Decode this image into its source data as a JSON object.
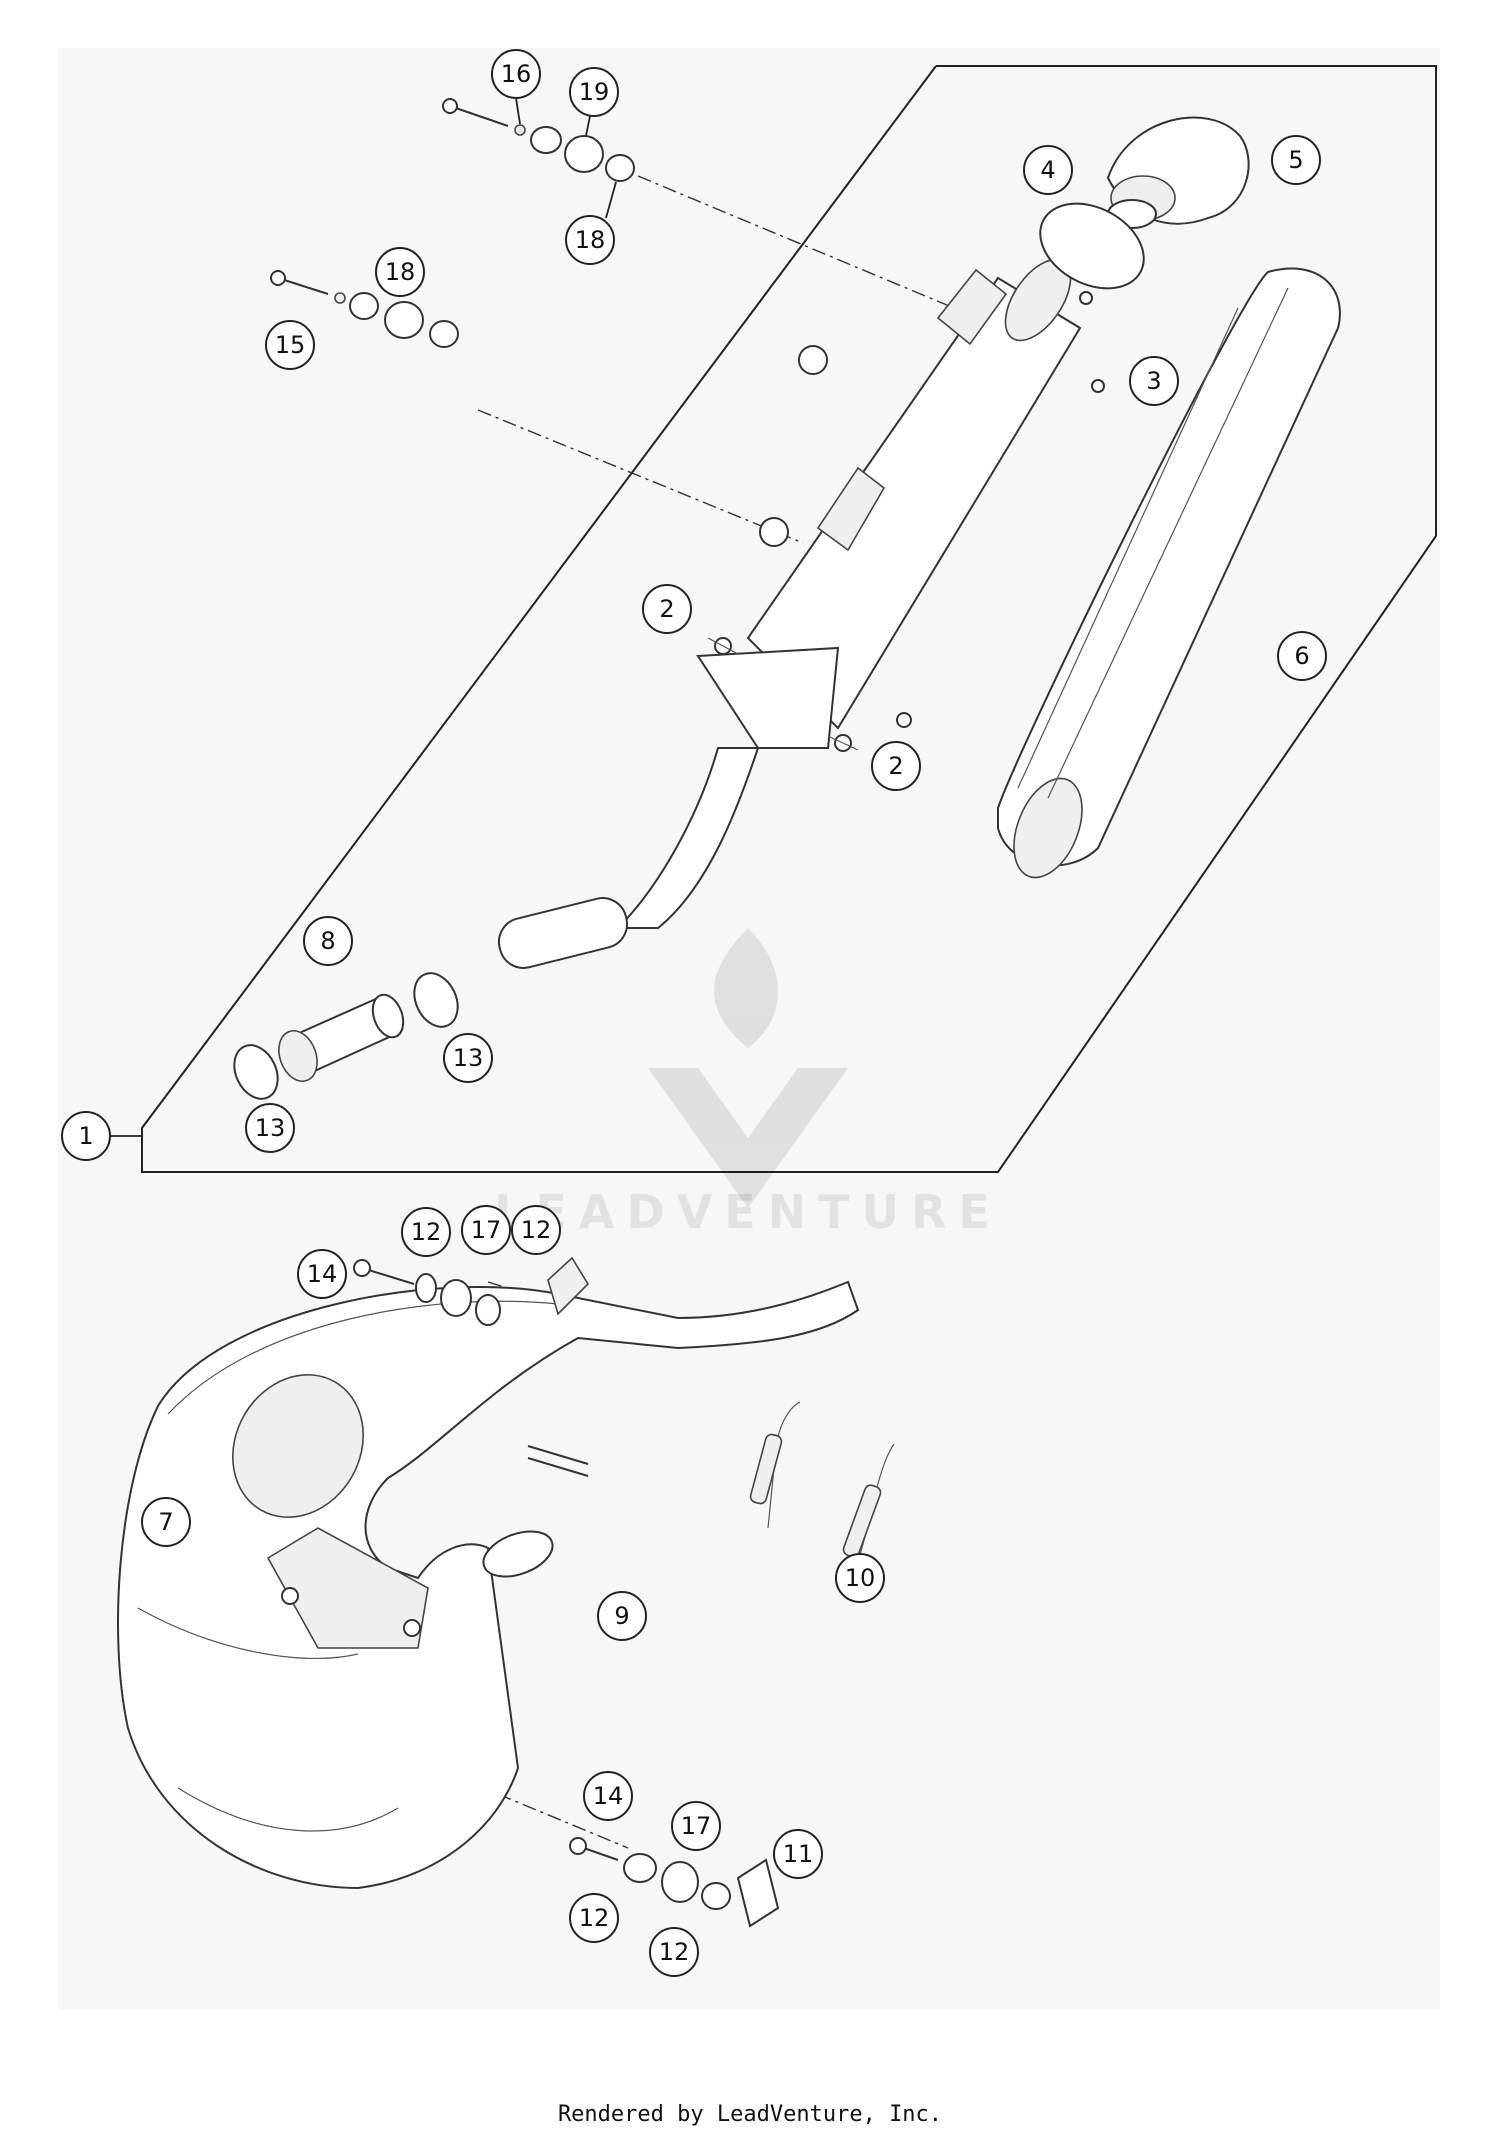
{
  "callouts": [
    {
      "id": "c1",
      "label": "1"
    },
    {
      "id": "c2a",
      "label": "2"
    },
    {
      "id": "c2b",
      "label": "2"
    },
    {
      "id": "c3",
      "label": "3"
    },
    {
      "id": "c4",
      "label": "4"
    },
    {
      "id": "c5",
      "label": "5"
    },
    {
      "id": "c6",
      "label": "6"
    },
    {
      "id": "c7",
      "label": "7"
    },
    {
      "id": "c8",
      "label": "8"
    },
    {
      "id": "c9",
      "label": "9"
    },
    {
      "id": "c10",
      "label": "10"
    },
    {
      "id": "c11",
      "label": "11"
    },
    {
      "id": "c12a",
      "label": "12"
    },
    {
      "id": "c12b",
      "label": "12"
    },
    {
      "id": "c12c",
      "label": "12"
    },
    {
      "id": "c12d",
      "label": "12"
    },
    {
      "id": "c13a",
      "label": "13"
    },
    {
      "id": "c13b",
      "label": "13"
    },
    {
      "id": "c14a",
      "label": "14"
    },
    {
      "id": "c14b",
      "label": "14"
    },
    {
      "id": "c15",
      "label": "15"
    },
    {
      "id": "c16",
      "label": "16"
    },
    {
      "id": "c17a",
      "label": "17"
    },
    {
      "id": "c17b",
      "label": "17"
    },
    {
      "id": "c18a",
      "label": "18"
    },
    {
      "id": "c18b",
      "label": "18"
    },
    {
      "id": "c19",
      "label": "19"
    }
  ],
  "watermark": {
    "text": "LEADVENTURE"
  },
  "footer": {
    "text": "Rendered by LeadVenture, Inc."
  }
}
